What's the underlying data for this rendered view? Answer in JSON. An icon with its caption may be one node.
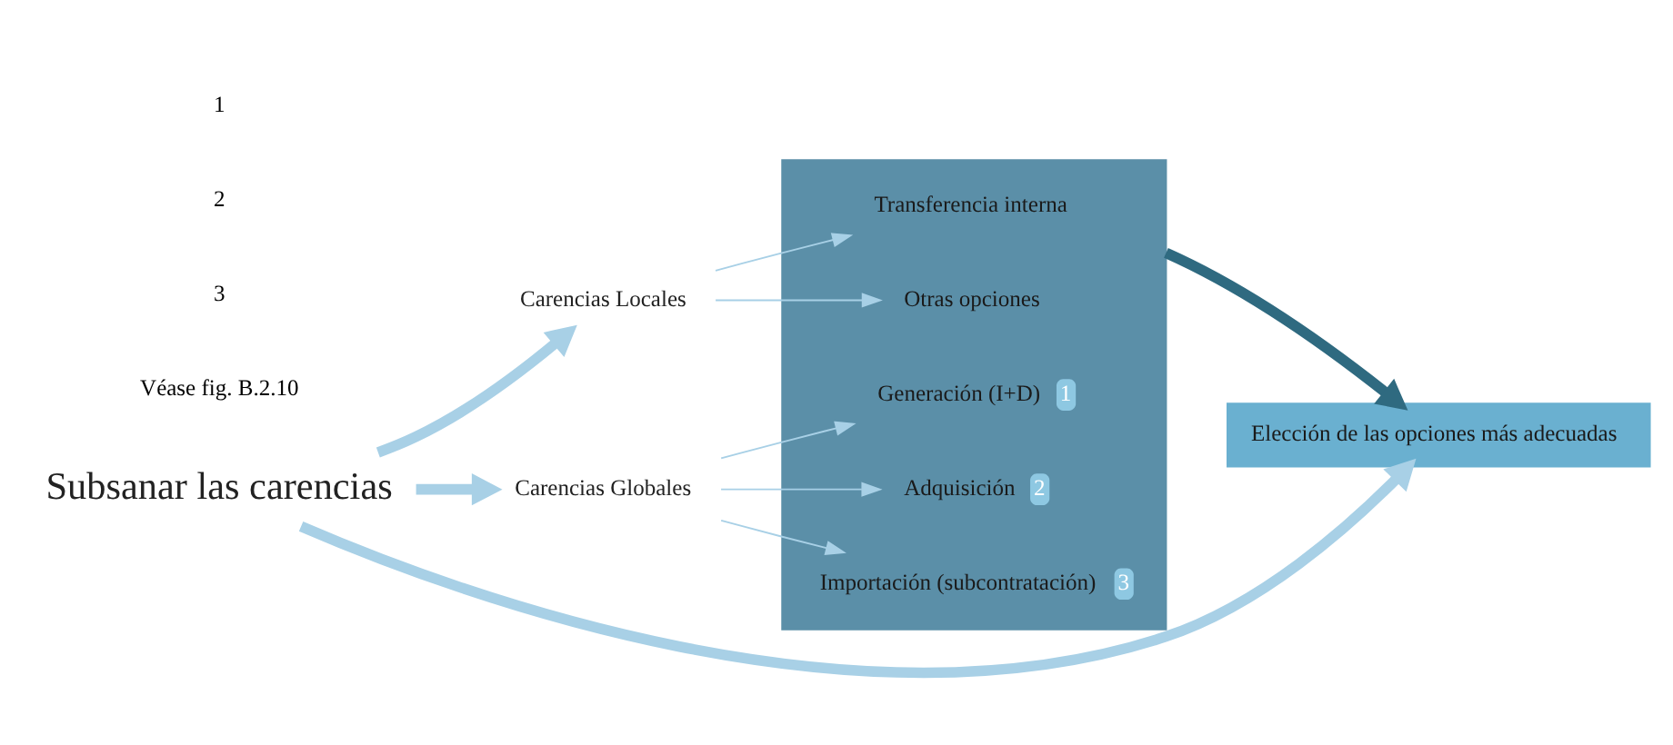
{
  "diagram": {
    "nodes": [
      {
        "text": [
          "Subsanar las carencias"
        ]
      },
      {
        "text": [
          "Carencias Locales"
        ]
      },
      {
        "text": [
          "Carencias Globales"
        ]
      },
      {
        "text": [],
        "shape": "box"
      },
      {
        "text": [
          "Transferencia interna"
        ],
        "in": 3
      },
      {
        "text": [
          "Otras opciones"
        ],
        "in": 3
      },
      {
        "text": [
          "Generación (I+D)",
          "1"
        ],
        "in": 3
      },
      {
        "text": [
          "Adquisición",
          "2"
        ],
        "in": 3
      },
      {
        "text": [
          "Importación (subcontratación)",
          "3"
        ],
        "in": 3
      },
      {
        "text": [
          "Elección de las opciones más adecuadas"
        ]
      }
    ],
    "edges": [
      {
        "from": 0,
        "to": 1,
        "arrow": "to",
        "style": "thick"
      },
      {
        "from": 0,
        "to": 2,
        "arrow": "to",
        "style": "thick"
      },
      {
        "from": 0,
        "to": 9,
        "arrow": "to",
        "style": "thick"
      },
      {
        "from": 1,
        "to": 4,
        "arrow": "to"
      },
      {
        "from": 1,
        "to": 5,
        "arrow": "to"
      },
      {
        "from": 2,
        "to": 6,
        "arrow": "to"
      },
      {
        "from": 2,
        "to": 7,
        "arrow": "to"
      },
      {
        "from": 2,
        "to": 8,
        "arrow": "to"
      },
      {
        "from": 3,
        "to": 9,
        "arrow": "to",
        "style": "thick",
        "color": "#2f6a80"
      }
    ],
    "labels": [
      "1",
      "2",
      "3",
      "Véase fig. B.2.10"
    ]
  }
}
